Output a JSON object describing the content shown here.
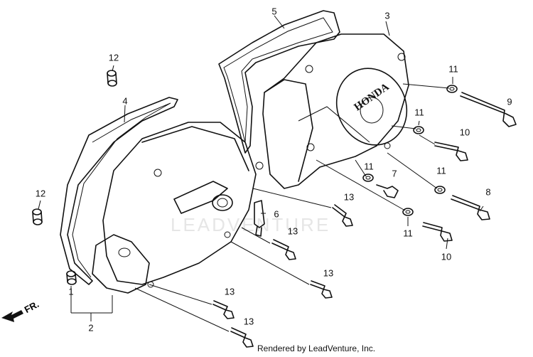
{
  "callouts": {
    "c1": "1",
    "c2": "2",
    "c3": "3",
    "c4": "4",
    "c5": "5",
    "c6": "6",
    "c7": "7",
    "c8": "8",
    "c9": "9",
    "c10a": "10",
    "c10b": "10",
    "c11a": "11",
    "c11b": "11",
    "c11c": "11",
    "c11d": "11",
    "c12a": "12",
    "c12b": "12",
    "c13a": "13",
    "c13b": "13",
    "c13c": "13",
    "c13d": "13",
    "c13e": "13"
  },
  "cover_brand": "HONDA",
  "direction_label": "FR.",
  "footer": "Rendered by LeadVenture, Inc.",
  "watermark": "LEADVENTURE"
}
